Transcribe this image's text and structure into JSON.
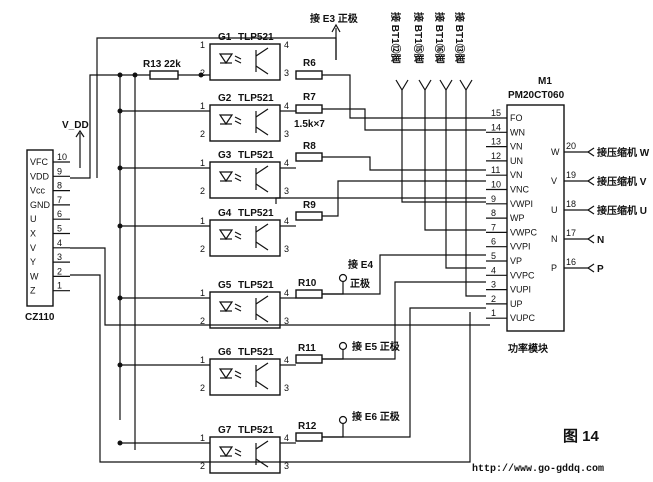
{
  "cz110": {
    "label": "CZ110",
    "pins": [
      {
        "name": "VFC",
        "num": "10"
      },
      {
        "name": "VDD",
        "num": "9"
      },
      {
        "name": "Vcc",
        "num": "8"
      },
      {
        "name": "GND",
        "num": "7"
      },
      {
        "name": "U",
        "num": "6"
      },
      {
        "name": "X",
        "num": "5"
      },
      {
        "name": "V",
        "num": "4"
      },
      {
        "name": "Y",
        "num": "3"
      },
      {
        "name": "W",
        "num": "2"
      },
      {
        "name": "Z",
        "num": "1"
      }
    ],
    "vdd_label": "V_DD"
  },
  "resistor_r13": "R13  22k",
  "optocouplers": [
    {
      "name": "G1",
      "part": "TLP521"
    },
    {
      "name": "G2",
      "part": "TLP521"
    },
    {
      "name": "G3",
      "part": "TLP521"
    },
    {
      "name": "G4",
      "part": "TLP521"
    },
    {
      "name": "G5",
      "part": "TLP521"
    },
    {
      "name": "G6",
      "part": "TLP521"
    },
    {
      "name": "G7",
      "part": "TLP521"
    }
  ],
  "resistors": {
    "r6": "R6",
    "r7": "R7",
    "r7_value": "1.5k×7",
    "r8": "R8",
    "r9": "R9",
    "r10": "R10",
    "r11": "R11",
    "r12": "R12"
  },
  "supply_labels": {
    "e3": "接 E3 正极",
    "e4_line1": "接 E4",
    "e4_line2": "正极",
    "e5": "接 E5 正极",
    "e6": "接 E6 正极"
  },
  "bt_labels": [
    "接 BT1⑫脚",
    "接 BT1⑮脚",
    "接 BT1⑯脚",
    "接 BT1⑬脚"
  ],
  "module": {
    "ref": "M1",
    "part": "PM20CT060",
    "caption": "功率模块",
    "left_pins": [
      {
        "num": "15",
        "name": "FO"
      },
      {
        "num": "14",
        "name": "WN"
      },
      {
        "num": "13",
        "name": "VN"
      },
      {
        "num": "12",
        "name": "UN"
      },
      {
        "num": "11",
        "name": "VN"
      },
      {
        "num": "10",
        "name": "VNC"
      },
      {
        "num": "9",
        "name": "VWPI"
      },
      {
        "num": "8",
        "name": "WP"
      },
      {
        "num": "7",
        "name": "VWPC"
      },
      {
        "num": "6",
        "name": "VVPI"
      },
      {
        "num": "5",
        "name": "VP"
      },
      {
        "num": "4",
        "name": "VVPC"
      },
      {
        "num": "3",
        "name": "VUPI"
      },
      {
        "num": "2",
        "name": "UP"
      },
      {
        "num": "1",
        "name": "VUPC"
      }
    ],
    "right_pins": [
      {
        "num": "20",
        "name": "W",
        "out": "接压缩机 W"
      },
      {
        "num": "19",
        "name": "V",
        "out": "接压缩机 V"
      },
      {
        "num": "18",
        "name": "U",
        "out": "接压缩机 U"
      },
      {
        "num": "17",
        "name": "N",
        "out": "N"
      },
      {
        "num": "16",
        "name": "P",
        "out": "P"
      }
    ]
  },
  "figure_label": "图 14",
  "url": "http://www.go-gddq.com"
}
